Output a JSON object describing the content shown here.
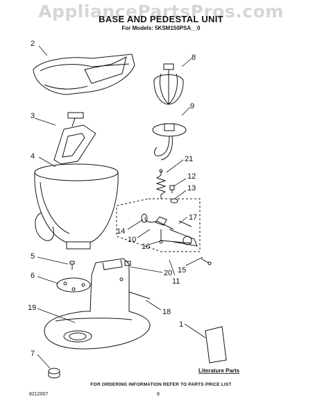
{
  "watermark": "AppliancePartsPros.com",
  "title": "BASE AND PEDESTAL UNIT",
  "models_line": "For Models: 5KSM150PSA__0",
  "callouts": [
    "1",
    "2",
    "3",
    "4",
    "5",
    "6",
    "7",
    "8",
    "9",
    "10",
    "11",
    "12",
    "13",
    "14",
    "15",
    "16",
    "17",
    "18",
    "19",
    "20",
    "21"
  ],
  "literature_label": "Literature Parts",
  "footer": {
    "ordering_note": "FOR ORDERING INFORMATION REFER TO PARTS PRICE LIST",
    "doc_number": "8212007",
    "page_number": "8"
  }
}
